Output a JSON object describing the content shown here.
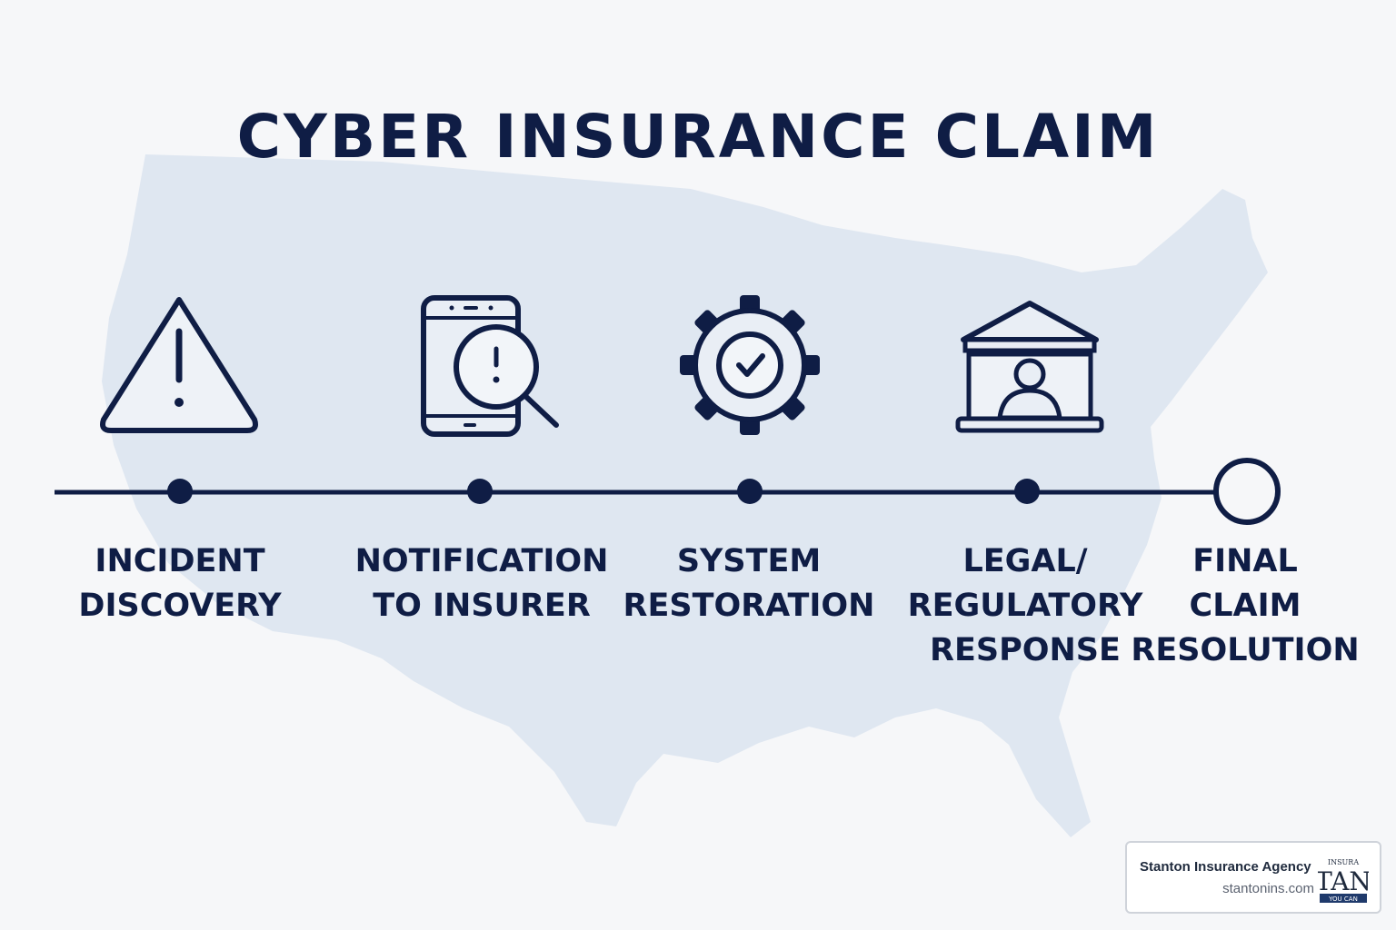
{
  "title": "CYBER INSURANCE CLAIM",
  "colors": {
    "navy": "#0f1d45",
    "map": "#dfe7f1",
    "background": "#f6f7f9",
    "icon_fill": "#e9eef5"
  },
  "steps": [
    {
      "label": "INCIDENT\nDISCOVERY",
      "icon": "warning-triangle-icon",
      "marker": "filled-dot"
    },
    {
      "label": "NOTIFICATION\nTO INSURER",
      "icon": "phone-magnifier-icon",
      "marker": "filled-dot"
    },
    {
      "label": "SYSTEM\nRESTORATION",
      "icon": "gear-check-icon",
      "marker": "filled-dot"
    },
    {
      "label": "LEGAL/\nREGULATORY\nRESPONSE",
      "icon": "courthouse-person-icon",
      "marker": "filled-dot"
    },
    {
      "label": "FINAL\nCLAIM\nRESOLUTION",
      "icon": "",
      "marker": "open-circle"
    }
  ],
  "brand": {
    "name": "Stanton Insurance Agency",
    "url": "stantonins.com",
    "logo_icon": "stanton-logo-icon"
  }
}
